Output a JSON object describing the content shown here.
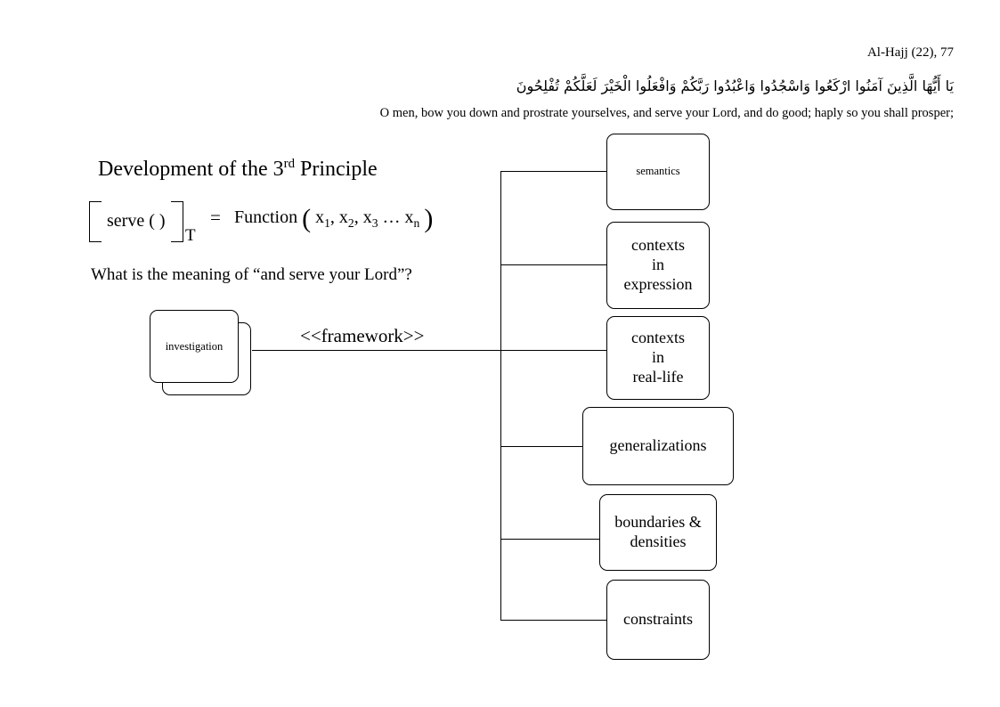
{
  "header": {
    "reference": "Al-Hajj (22), 77",
    "arabic": "يَا أَيُّهَا الَّذِينَ آمَنُوا ارْكَعُوا وَاسْجُدُوا وَاعْبُدُوا رَبَّكُمْ وَافْعَلُوا الْخَيْرَ لَعَلَّكُمْ تُفْلِحُونَ",
    "translation": "O men, bow you down and prostrate yourselves, and serve your Lord, and do good; haply so you shall prosper;"
  },
  "slide": {
    "title_main": "Development of the ",
    "title_ordinal_number": "3",
    "title_ordinal_suffix": "rd",
    "title_tail": " Principle",
    "question": "What is the meaning of “and serve your Lord”?"
  },
  "formula": {
    "bracket_content": "serve ( )",
    "subscript": "T",
    "equals": "=",
    "function_name": "Function",
    "open_paren": "(",
    "close_paren": ")",
    "arguments": [
      {
        "base": "x",
        "sub": "1",
        "sep": ", "
      },
      {
        "base": "x",
        "sub": "2",
        "sep": ", "
      },
      {
        "base": "x",
        "sub": "3",
        "sep": " … "
      },
      {
        "base": "x",
        "sub": "n",
        "sep": " "
      }
    ]
  },
  "diagram": {
    "source_node": {
      "label": "investigation"
    },
    "edge_label": "<<framework>>",
    "nodes": [
      {
        "label": "semantics",
        "size": "small"
      },
      {
        "label": "contexts\nin\nexpression",
        "size": "normal"
      },
      {
        "label": "contexts\nin\nreal-life",
        "size": "normal"
      },
      {
        "label": "generalizations",
        "size": "normal"
      },
      {
        "label": "boundaries &\ndensities",
        "size": "normal"
      },
      {
        "label": "constraints",
        "size": "normal"
      }
    ]
  },
  "colors": {
    "background": "#ffffff",
    "ink": "#000000"
  }
}
